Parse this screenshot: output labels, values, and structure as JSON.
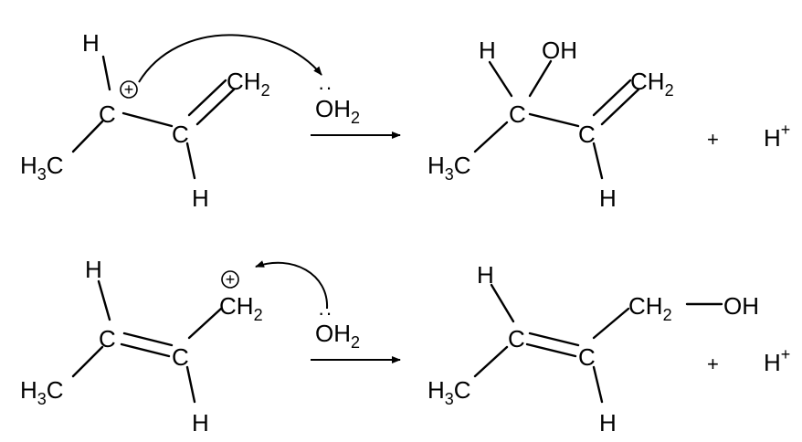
{
  "reaction1": {
    "reactant": {
      "h_top": "H",
      "c1": "C",
      "c2": "C",
      "ch2": {
        "main": "CH",
        "sub": "2"
      },
      "methyl": {
        "h": "H",
        "sub": "3",
        "c": "C"
      },
      "h_bottom": "H",
      "charge": "+"
    },
    "reagent": {
      "lone_pair": "··",
      "o": "O",
      "h": "H",
      "sub": "2"
    },
    "product": {
      "h_top": "H",
      "oh": "OH",
      "c1": "C",
      "c2": "C",
      "ch2": {
        "main": "CH",
        "sub": "2"
      },
      "methyl": {
        "h": "H",
        "sub": "3",
        "c": "C"
      },
      "h_bottom": "H"
    },
    "plus": "+",
    "proton": {
      "h": "H",
      "sup": "+"
    }
  },
  "reaction2": {
    "reactant": {
      "h_top": "H",
      "c1": "C",
      "c2": "C",
      "ch2": {
        "main": "CH",
        "sub": "2"
      },
      "methyl": {
        "h": "H",
        "sub": "3",
        "c": "C"
      },
      "h_bottom": "H",
      "charge": "+"
    },
    "reagent": {
      "lone_pair": "··",
      "o": "O",
      "h": "H",
      "sub": "2"
    },
    "product": {
      "h_top": "H",
      "c1": "C",
      "c2": "C",
      "ch2": {
        "main": "CH",
        "sub": "2"
      },
      "oh": "OH",
      "methyl": {
        "h": "H",
        "sub": "3",
        "c": "C"
      },
      "h_bottom": "H"
    },
    "plus": "+",
    "proton": {
      "h": "H",
      "sup": "+"
    }
  }
}
